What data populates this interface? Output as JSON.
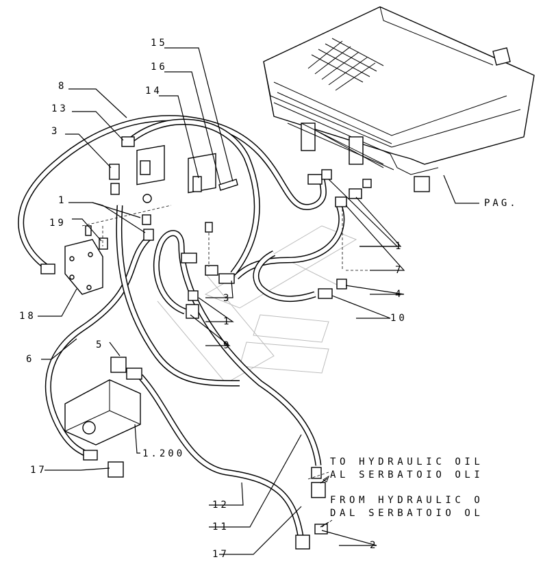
{
  "diagram": {
    "callouts": {
      "c15": "15",
      "c16": "16",
      "c14": "14",
      "c8": "8",
      "c13": "13",
      "c3a": "3",
      "c1a": "1",
      "c19": "19",
      "c18": "18",
      "c6": "6",
      "c5": "5",
      "c17a": "17",
      "c1200": "1.200",
      "c12": "12",
      "c11": "11",
      "c17b": "17",
      "c2": "2",
      "c3b": "3",
      "c1b": "1",
      "c9": "9",
      "c10": "10",
      "c4": "4",
      "c7": "7",
      "c1c": "1",
      "cpag": "PAG."
    },
    "notes": {
      "to_line1": "TO HYDRAULIC OIL",
      "to_line2": "AL SERBATOIO OLI",
      "from_line1": "FROM HYDRAULIC O",
      "from_line2": "DAL SERBATOIO OL"
    }
  }
}
